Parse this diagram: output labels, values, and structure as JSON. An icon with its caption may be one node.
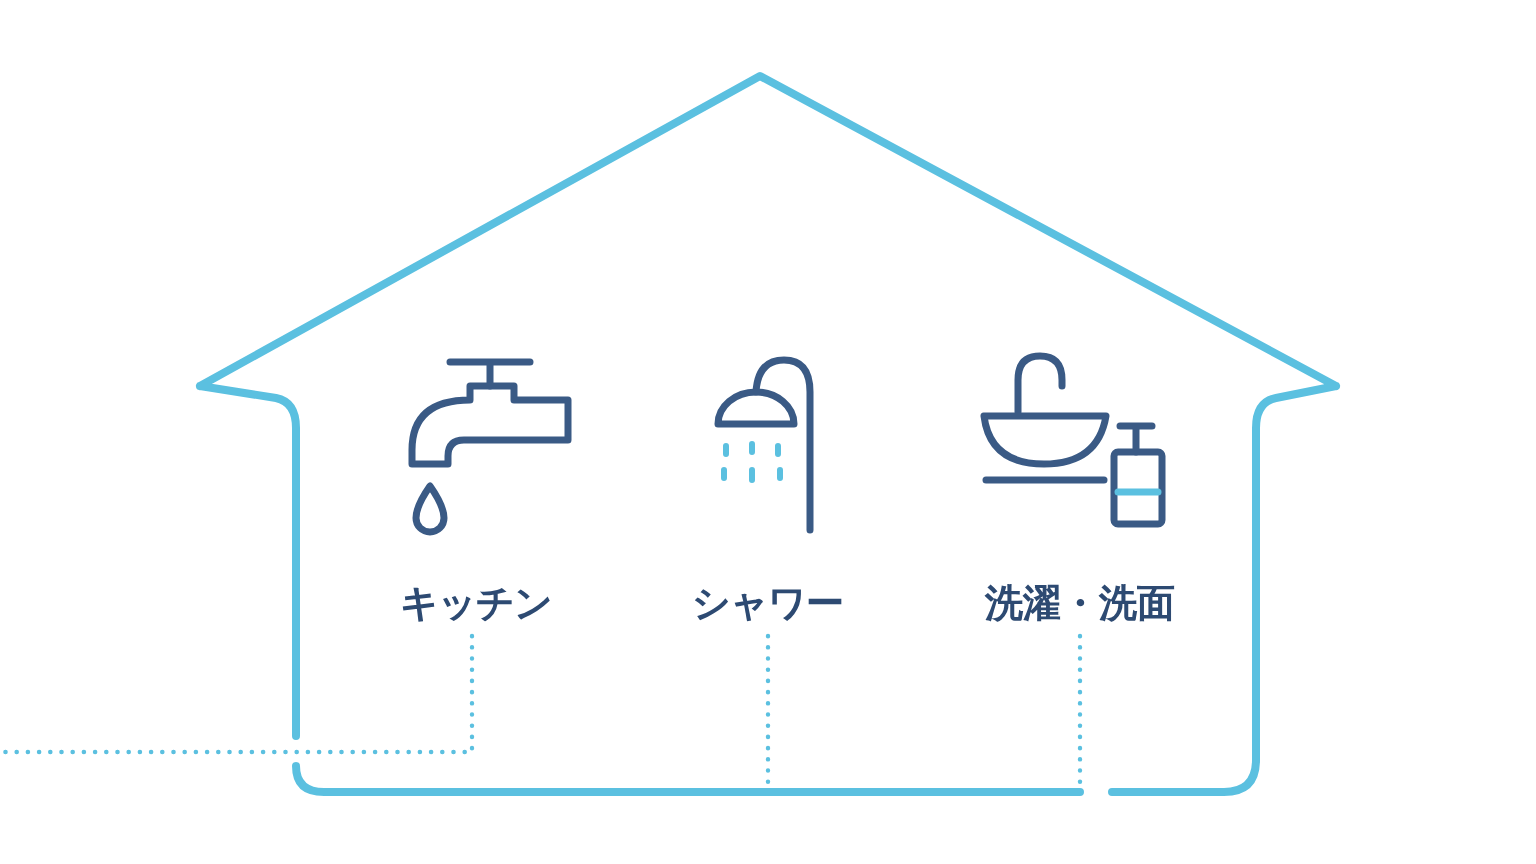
{
  "diagram": {
    "nodes": [
      {
        "text": [],
        "shape": "house"
      },
      {
        "text": [
          "キッチン"
        ],
        "in": 0
      },
      {
        "text": [
          "シャワー"
        ],
        "in": 0
      },
      {
        "text": [
          "洗濯・洗面"
        ],
        "in": 0
      }
    ],
    "edges": [
      {
        "from": 1,
        "to": null,
        "arrow": "none"
      },
      {
        "from": 2,
        "to": 0,
        "arrow": "none"
      },
      {
        "from": 3,
        "to": 0,
        "arrow": "none"
      }
    ]
  }
}
